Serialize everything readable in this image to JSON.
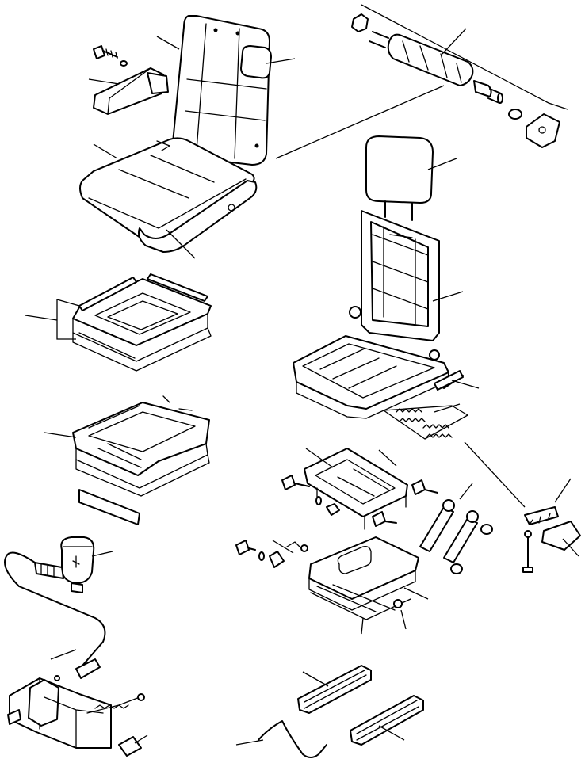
{
  "diagram": {
    "background": "#ffffff",
    "line_color": "#000000",
    "parts": [
      "seat-backrest-cushion",
      "headrest-pad",
      "armrest-bracket-assembly",
      "seat-cushion",
      "seat-side-cover",
      "armrest-shaft-assembly",
      "headrest",
      "seat-frame",
      "recline-lever",
      "spring-set",
      "seat-pan-stack",
      "seat-base-tray",
      "suspension-upper-frame",
      "suspension-base",
      "shock-absorbers",
      "lever-knob",
      "slide-lever-assembly",
      "slide-rail-left",
      "slide-rail-right",
      "return-spring-wire",
      "bracket-right",
      "bolts-nuts"
    ]
  }
}
